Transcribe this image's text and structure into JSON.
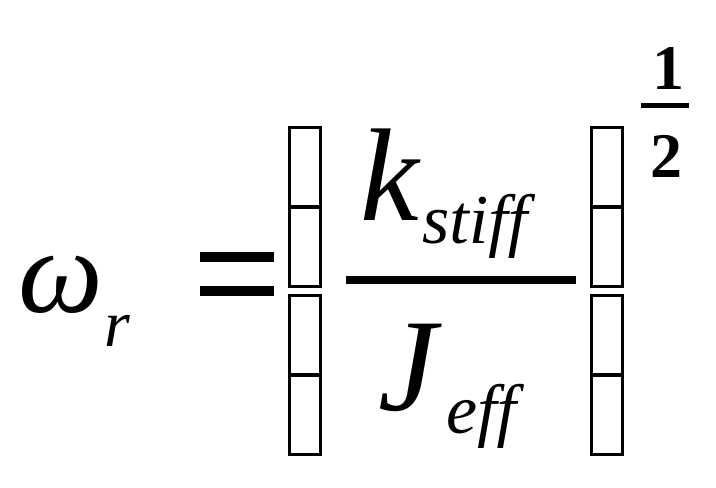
{
  "formula": {
    "lhs": {
      "symbol": "ω",
      "subscript": "r"
    },
    "numerator": {
      "symbol": "k",
      "subscript": "stiff"
    },
    "denominator": {
      "symbol": "J",
      "subscript": "eff"
    },
    "exponent": {
      "numerator": "1",
      "denominator": "2"
    }
  }
}
